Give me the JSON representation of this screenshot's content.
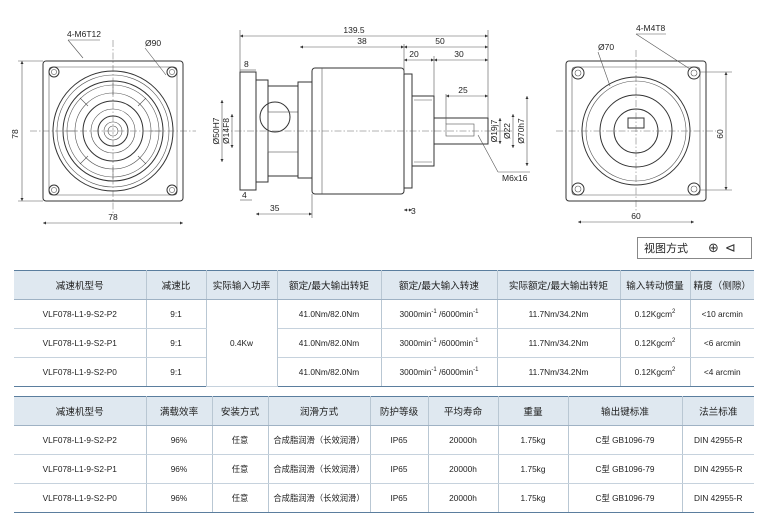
{
  "drawing": {
    "left_view": {
      "bolt_spec": "4-M6T12",
      "pcd": "Ø90",
      "width": "78",
      "height": "78"
    },
    "side_view": {
      "total_length": "139.5",
      "len_38": "38",
      "len_50": "50",
      "len_20": "20",
      "len_30": "30",
      "len_25": "25",
      "len_8": "8",
      "len_4": "4",
      "len_35": "35",
      "len_3": "3",
      "dia_50h7": "Ø50H7",
      "dia_14f8": "Ø14F8",
      "dia_19j7": "Ø19j7",
      "dia_22": "Ø22",
      "dia_70h7": "Ø70h7",
      "thread": "M6x16"
    },
    "right_view": {
      "bolt_spec": "4-M4T8",
      "pcd": "Ø70",
      "width": "60",
      "height": "60"
    }
  },
  "view_method": {
    "label": "视图方式"
  },
  "table1": {
    "headers": [
      "减速机型号",
      "减速比",
      "实际输入功率",
      "额定/最大输出转矩",
      "额定/最大输入转速",
      "实际额定/最大输出转矩",
      "输入转动惯量",
      "精度（侧隙）"
    ],
    "rows": [
      {
        "model": "VLF078-L1-9-S2-P2",
        "ratio": "9:1",
        "torque": "41.0Nm/82.0Nm",
        "speed_a": "3000min",
        "speed_b": " /6000min",
        "speed_exp": "-1",
        "actual_torque": "11.7Nm/34.2Nm",
        "inertia": "0.12Kgcm",
        "inertia_exp": "2",
        "precision": "<10 arcmin"
      },
      {
        "model": "VLF078-L1-9-S2-P1",
        "ratio": "9:1",
        "torque": "41.0Nm/82.0Nm",
        "speed_a": "3000min",
        "speed_b": " /6000min",
        "speed_exp": "-1",
        "actual_torque": "11.7Nm/34.2Nm",
        "inertia": "0.12Kgcm",
        "inertia_exp": "2",
        "precision": "<6 arcmin"
      },
      {
        "model": "VLF078-L1-9-S2-P0",
        "ratio": "9:1",
        "torque": "41.0Nm/82.0Nm",
        "speed_a": "3000min",
        "speed_b": " /6000min",
        "speed_exp": "-1",
        "actual_torque": "11.7Nm/34.2Nm",
        "inertia": "0.12Kgcm",
        "inertia_exp": "2",
        "precision": "<4 arcmin"
      }
    ],
    "power": "0.4Kw"
  },
  "table2": {
    "headers": [
      "减速机型号",
      "满载效率",
      "安装方式",
      "润滑方式",
      "防护等级",
      "平均寿命",
      "重量",
      "输出键标准",
      "法兰标准"
    ],
    "rows": [
      {
        "model": "VLF078-L1-9-S2-P2",
        "efficiency": "96%",
        "mounting": "任意",
        "lubrication": "合成脂润滑（长效润滑）",
        "protection": "IP65",
        "life": "20000h",
        "weight": "1.75kg",
        "key": "C型  GB1096-79",
        "flange": "DIN 42955-R"
      },
      {
        "model": "VLF078-L1-9-S2-P1",
        "efficiency": "96%",
        "mounting": "任意",
        "lubrication": "合成脂润滑（长效润滑）",
        "protection": "IP65",
        "life": "20000h",
        "weight": "1.75kg",
        "key": "C型  GB1096-79",
        "flange": "DIN 42955-R"
      },
      {
        "model": "VLF078-L1-9-S2-P0",
        "efficiency": "96%",
        "mounting": "任意",
        "lubrication": "合成脂润滑（长效润滑）",
        "protection": "IP65",
        "life": "20000h",
        "weight": "1.75kg",
        "key": "C型  GB1096-79",
        "flange": "DIN 42955-R"
      }
    ]
  }
}
